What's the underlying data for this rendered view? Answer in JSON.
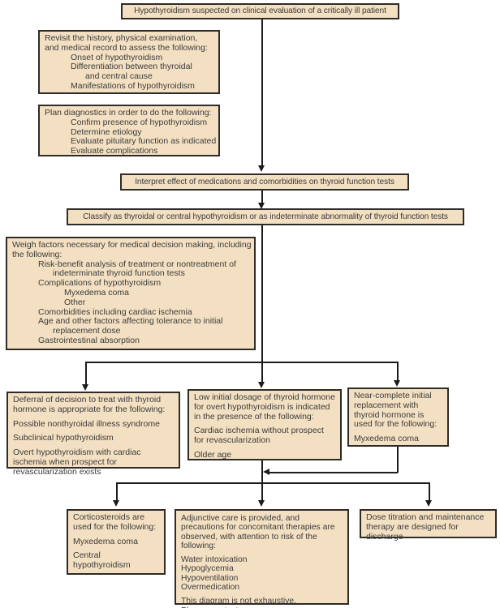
{
  "colors": {
    "box_fill": "#f3e0c2",
    "box_border": "#2f2b26",
    "text": "#3b3b3b",
    "connector": "#1c1c1c",
    "background": "#ffffff"
  },
  "boxes": {
    "suspected": {
      "text": "Hypothyroidism suspected on clinical evaluation of a critically ill patient"
    },
    "revisit": {
      "lines": [
        {
          "t": "Revisit the history, physical examination,",
          "i": 0
        },
        {
          "t": "and medical record to assess the following:",
          "i": 0
        },
        {
          "t": "Onset of hypothyroidism",
          "i": 1
        },
        {
          "t": "Differentiation between thyroidal",
          "i": 1
        },
        {
          "t": "and central cause",
          "i": 2
        },
        {
          "t": "Manifestations of hypothyroidism",
          "i": 1
        }
      ]
    },
    "plan": {
      "lines": [
        {
          "t": "Plan diagnostics in order to do the following:",
          "i": 0
        },
        {
          "t": "Confirm presence of hypothyroidism",
          "i": 1
        },
        {
          "t": "Determine etiology",
          "i": 1
        },
        {
          "t": "Evaluate pituitary function as indicated",
          "i": 1
        },
        {
          "t": "Evaluate complications",
          "i": 1
        }
      ]
    },
    "interpret": {
      "text": "Interpret effect of medications and comorbidities on thyroid function tests"
    },
    "classify": {
      "text": "Classify as thyroidal or central hypothyroidism or as indeterminate abnormality of thyroid function tests"
    },
    "weigh": {
      "lines": [
        {
          "t": "Weigh factors necessary for medical decision making, including",
          "i": 0
        },
        {
          "t": "the following:",
          "i": 0
        },
        {
          "t": "Risk-benefit analysis of treatment or nontreatment of",
          "i": 1
        },
        {
          "t": "indeterminate thyroid function tests",
          "i": 2
        },
        {
          "t": "Complications of hypothyroidism",
          "i": 1
        },
        {
          "t": "Myxedema coma",
          "i": 3
        },
        {
          "t": "Other",
          "i": 3
        },
        {
          "t": "Comorbidities including cardiac ischemia",
          "i": 1
        },
        {
          "t": "Age and other factors affecting tolerance to initial",
          "i": 1
        },
        {
          "t": "replacement dose",
          "i": 2
        },
        {
          "t": "Gastrointestinal absorption",
          "i": 1
        }
      ]
    },
    "deferral": {
      "paragraphs": [
        [
          "Deferral of decision to treat with thyroid hormone is appropriate for the following:"
        ],
        [
          "Possible nonthyroidal illness syndrome"
        ],
        [
          "Subclinical hypothyroidism"
        ],
        [
          "Overt hypothyroidism with cardiac ischemia when prospect for revascularization exists"
        ]
      ]
    },
    "low_dose": {
      "paragraphs": [
        [
          "Low initial dosage of thyroid hormone for overt hypothyroidism is indicated in the presence of the following:"
        ],
        [
          "Cardiac ischemia without prospect for revascularization"
        ],
        [
          "Older age"
        ]
      ]
    },
    "near_complete": {
      "paragraphs": [
        [
          "Near-complete initial replacement with thyroid hormone is used for the following:"
        ],
        [
          "Myxedema coma"
        ]
      ]
    },
    "corticosteroids": {
      "paragraphs": [
        [
          "Corticosteroids are used for the following:"
        ],
        [
          "Myxedema coma"
        ],
        [
          "Central hypothyroidism"
        ]
      ]
    },
    "adjunctive": {
      "paragraphs": [
        [
          "Adjunctive care is provided, and precautions for concomitant therapies are observed, with attention to risk of the following:"
        ],
        [
          "Water intoxication",
          "Hypoglycemia",
          "Hypoventilation",
          "Overmedication"
        ],
        [
          "This diagram is not exhaustive.",
          "Please see text"
        ]
      ]
    },
    "dose_titration": {
      "paragraphs": [
        [
          "Dose titration and maintenance therapy are designed for discharge"
        ]
      ]
    }
  }
}
